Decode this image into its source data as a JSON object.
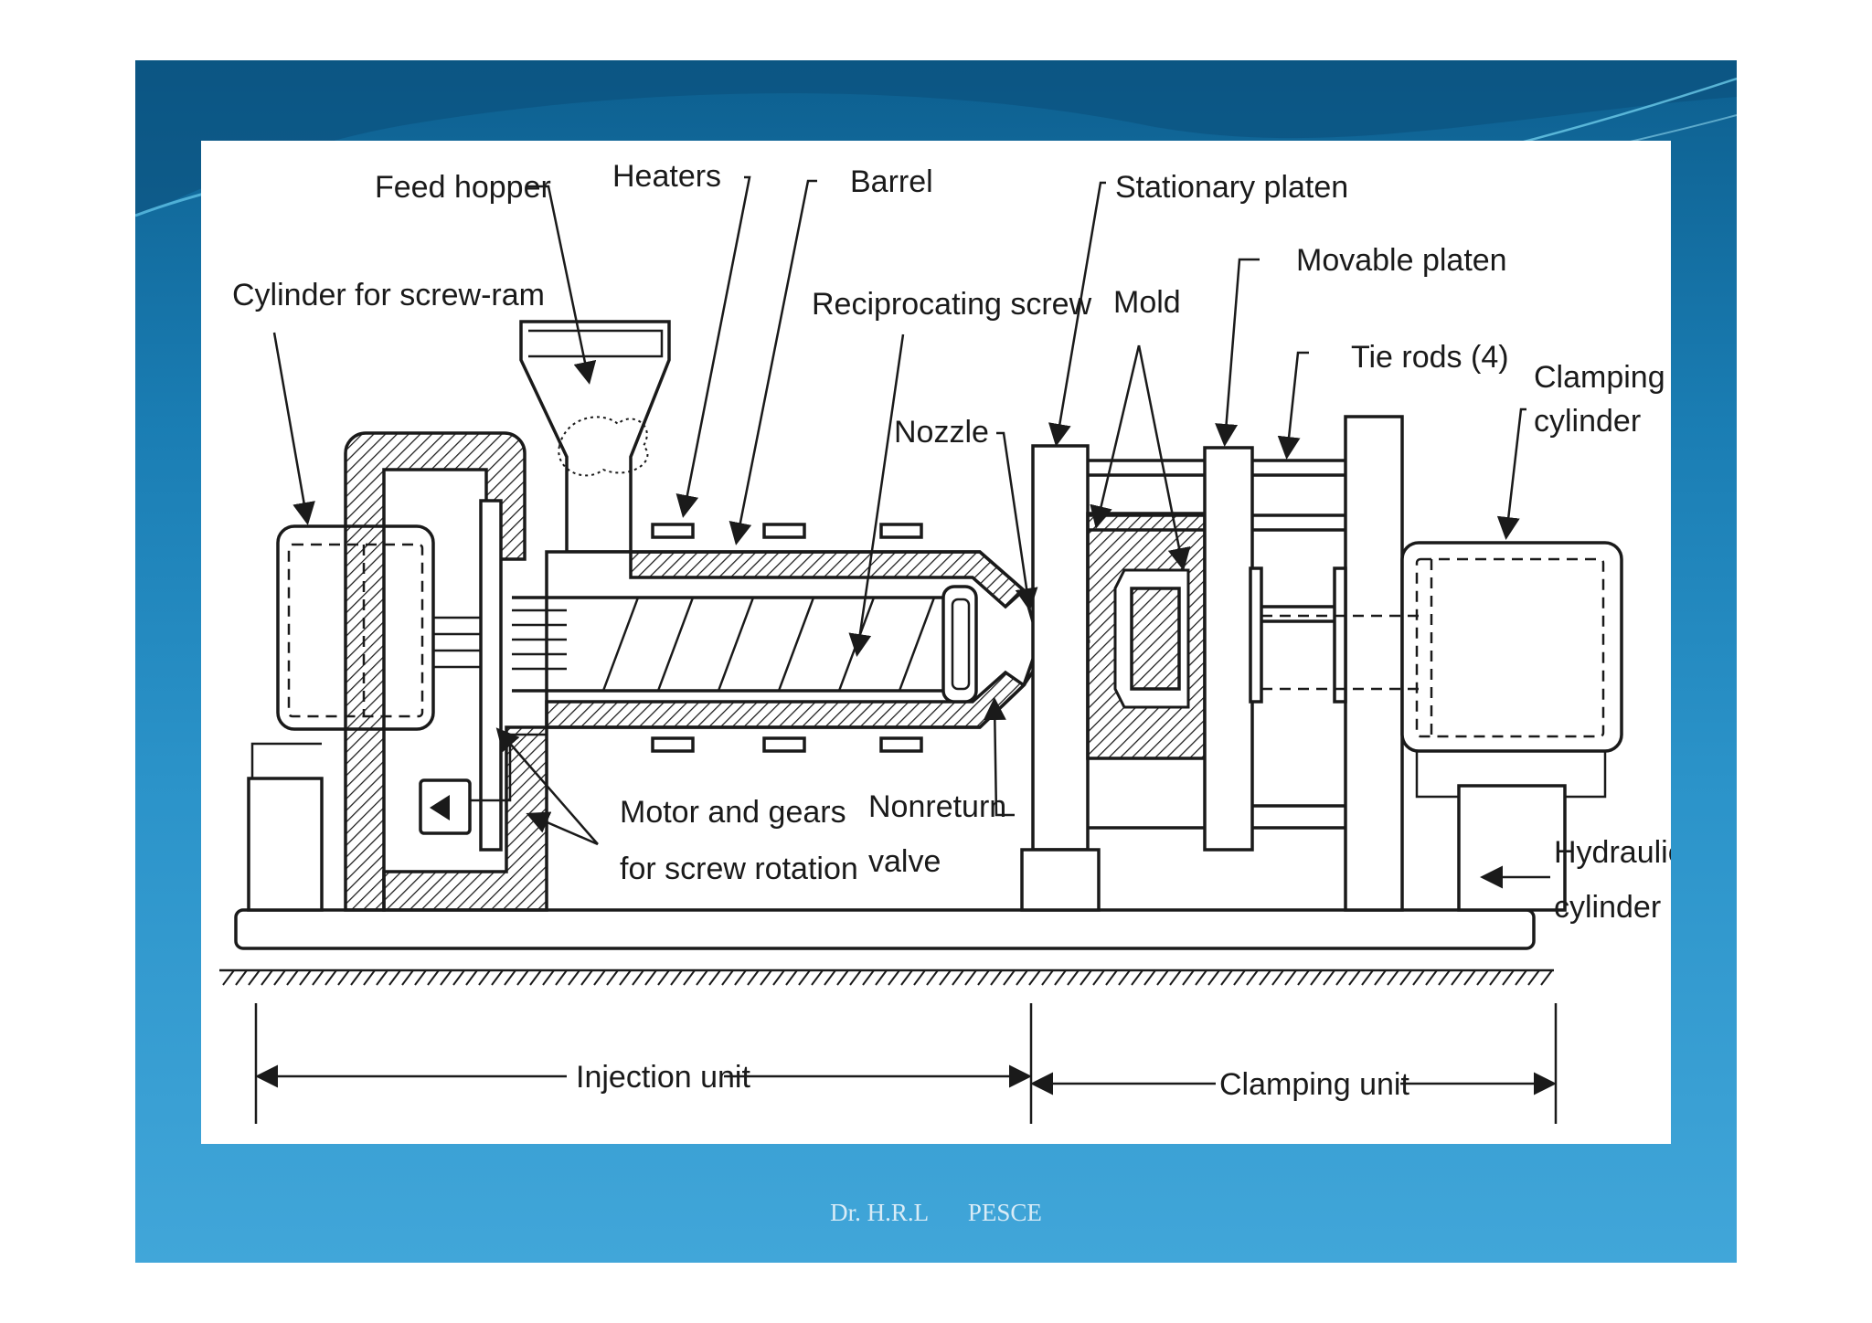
{
  "diagram": {
    "labels": {
      "feed_hopper": "Feed hopper",
      "heaters": "Heaters",
      "barrel": "Barrel",
      "stationary_platen": "Stationary platen",
      "movable_platen": "Movable platen",
      "cylinder_screw_ram": "Cylinder for screw-ram",
      "reciprocating_screw": "Reciprocating screw",
      "mold": "Mold",
      "tie_rods": "Tie rods (4)",
      "clamping_cylinder_1": "Clamping",
      "clamping_cylinder_2": "cylinder",
      "nozzle": "Nozzle",
      "motor_gears_1": "Motor and gears",
      "motor_gears_2": "for screw rotation",
      "nonreturn_1": "Nonreturn",
      "nonreturn_2": "valve",
      "hydraulic_1": "Hydraulic",
      "hydraulic_2": "cylinder",
      "injection_unit": "Injection unit",
      "clamping_unit": "Clamping unit"
    }
  },
  "footer": {
    "author": "Dr. H.R.L",
    "institution": "PESCE"
  }
}
